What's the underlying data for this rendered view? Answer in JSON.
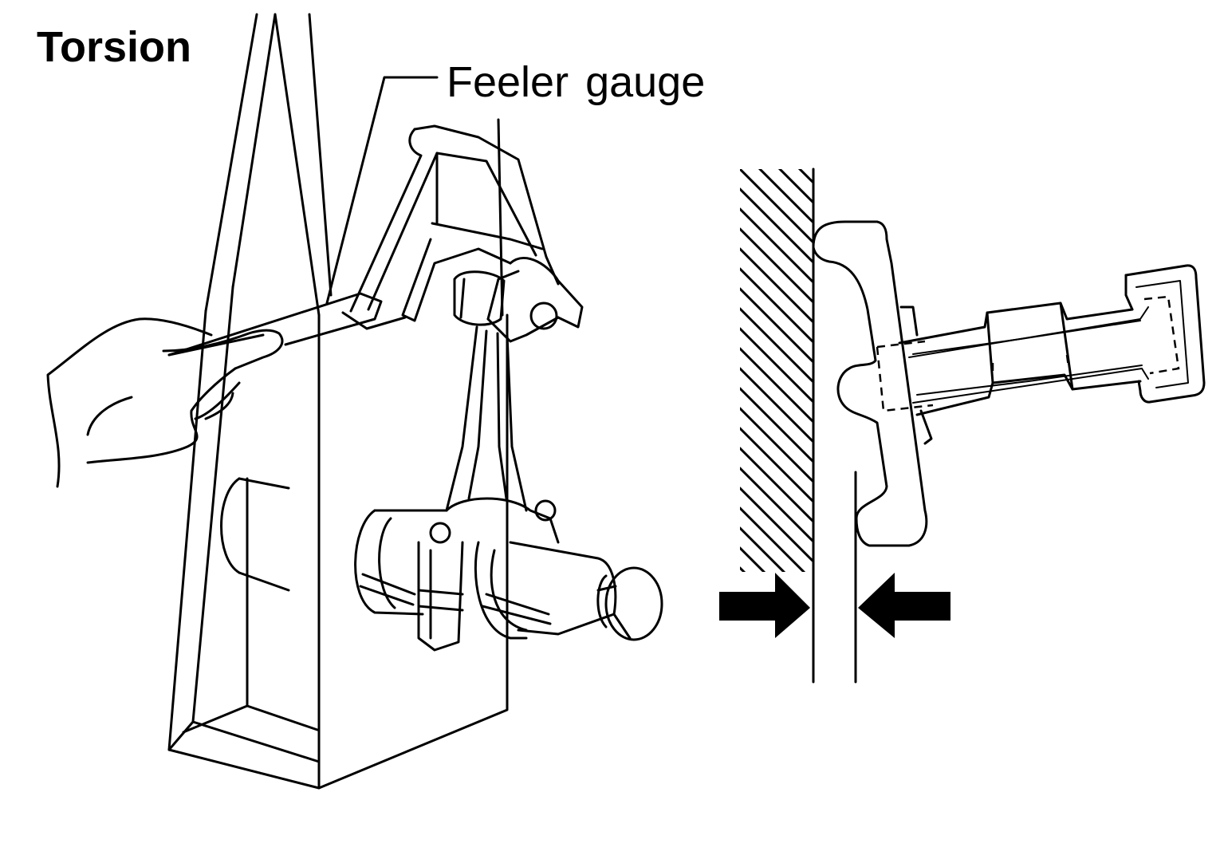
{
  "figure": {
    "title": "Torsion",
    "callout_label": "Feeler gauge",
    "colors": {
      "line": "#000000",
      "background": "#ffffff"
    },
    "parts": {
      "fixture": "alignment-fixture",
      "connecting_rod": "connecting-rod",
      "hand": "hand-holding-gauge",
      "wall": "hatched-reference-surface",
      "arrows": "gap-indicator-arrows"
    }
  }
}
